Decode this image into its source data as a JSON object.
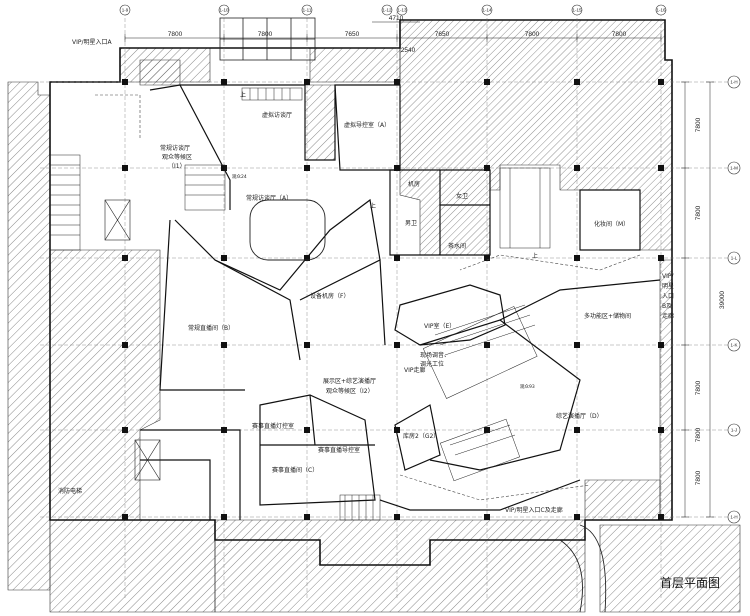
{
  "caption": "首层平面图",
  "top_dimensions": [
    "7800",
    "7800",
    "7650",
    "7650",
    "7800",
    "7800"
  ],
  "top_small_dims": [
    "2540",
    "4710"
  ],
  "right_dimensions": [
    "7800",
    "7800",
    "7800",
    "7800",
    "7800"
  ],
  "right_total": "39000",
  "axis_top": [
    "1-9",
    "1-10",
    "1-11",
    "1-12",
    "1-13",
    "1-14",
    "1-15",
    "1-16"
  ],
  "axis_right": [
    "1-H",
    "1-M",
    "1-L",
    "1-K",
    "1-J",
    "1-H"
  ],
  "rooms": {
    "vip_entrance_a": "VIP/明星入口A",
    "virtual_interview": "虚拟访谈厅",
    "virtual_control": "虚拟导控室（A）",
    "waiting_a1": "常规访谈厅",
    "waiting_a2": "观众等候区",
    "waiting_a3": "（I1）",
    "interview_a": "常规访谈厅（A）",
    "machine": "机房",
    "women_wc": "女卫",
    "men_wc": "男卫",
    "tea": "茶水间",
    "makeup": "化妆间（M）",
    "vip_b1": "VIP/",
    "vip_b2": "明星",
    "vip_b3": "入口",
    "vip_b4": "B及",
    "vip_b5": "走廊",
    "equipment": "设备机房（F）",
    "live_b": "常规直播间（B）",
    "vip_e": "VIP室（E）",
    "multi": "多功能区+储物间",
    "tuning1": "现场调音、",
    "tuning2": "调光工位",
    "vip_corridor": "VIP走廊",
    "exhibit1": "展示区+综艺演播厅",
    "exhibit2": "观众等候区（I2）",
    "variety": "综艺演播厅（D）",
    "storage": "库房2（G2）",
    "light_ctrl": "赛事直播灯控室",
    "event_ctrl": "赛事直播导控室",
    "event_live": "赛事直播间（C）",
    "fire_lift": "消防电梯",
    "vip_c": "VIP/明星入口C及走廊",
    "up1": "上",
    "up2": "上",
    "up3": "上",
    "mark1": "观众24",
    "mark2": "观众93"
  }
}
